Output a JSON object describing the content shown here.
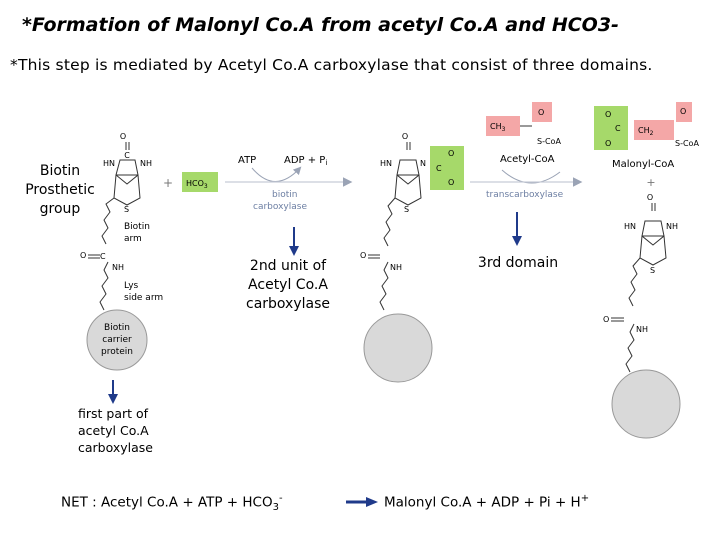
{
  "title": "*Formation of Malonyl Co.A from acetyl Co.A and HCO3-",
  "subtitle": "*This step is mediated by Acetyl Co.A carboxylase that consist of three domains.",
  "labels": {
    "biotin_group": [
      "Biotin",
      "Prosthetic",
      "group"
    ],
    "second_unit": [
      "2nd unit of",
      "Acetyl Co.A",
      "carboxylase"
    ],
    "third_domain": "3rd domain",
    "first_part": [
      "first part of",
      "acetyl Co.A",
      "carboxylase"
    ]
  },
  "figure": {
    "atp": "ATP",
    "adp_pi": "ADP + P",
    "pi_sub": "i",
    "hco3": "HCO",
    "hco3_sub": "3",
    "biotin_carboxylase": [
      "biotin",
      "carboxylase"
    ],
    "acetyl_coa": "Acetyl-CoA",
    "transcarboxylase": "transcarboxylase",
    "malonyl_coa": "Malonyl-CoA",
    "biotin_arm": [
      "Biotin",
      "arm"
    ],
    "lys_side_arm": [
      "Lys",
      "side arm"
    ],
    "biotin_carrier_protein": [
      "Biotin",
      "carrier",
      "protein"
    ],
    "ch3": "CH",
    "ch3_sub": "3",
    "s_coa": "S-CoA",
    "ch2": "CH",
    "ch2_sub": "2",
    "hn": "HN",
    "nh": "NH",
    "n": "N",
    "s": "S",
    "o": "O",
    "o_minus": "O",
    "c": "C",
    "plus": "+"
  },
  "net": {
    "left": "NET : Acetyl Co.A + ATP + HCO",
    "left_sub": "3",
    "left_sup": "-",
    "right": "Malonyl Co.A + ADP + Pi + H",
    "right_sup": "+"
  },
  "colors": {
    "green": "#a6d96a",
    "pink": "#f4a7a7",
    "arrow_blue": "#1f3a8a",
    "gray_circle": "#d9d9d9",
    "caption_gray": "#6d7fa3"
  }
}
